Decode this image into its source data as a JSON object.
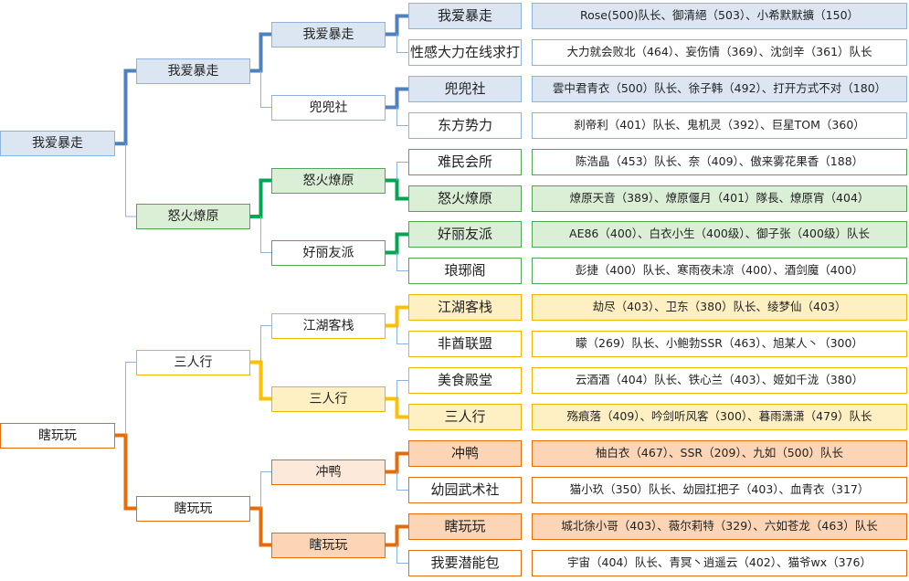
{
  "colors": {
    "blue": "#4f81bd",
    "green": "#00a651",
    "orange": "#ffc000",
    "red": "#e46c0a",
    "thin_line": "#8db3e2"
  },
  "roots": [
    {
      "label": "我爱暴走",
      "color": "blue",
      "groups": [
        {
          "label": "我爱暴走",
          "color": "blue",
          "subgroups": [
            {
              "label": "我爱暴走",
              "color": "blue",
              "teams": [
                {
                  "name": "我爱暴走",
                  "members": "Rose(500)队长、御清絕（503）、小希默默擴（150）"
                },
                {
                  "name": "性感大力在线求打",
                  "members": "大力就会败北（464）、妄伤情（369）、沈剑辛（361）队长"
                }
              ]
            },
            {
              "label": "兜兜社",
              "color": "blue",
              "teams": [
                {
                  "name": "兜兜社",
                  "members": "雲中君青衣（500）队长、徐子韩（492）、打开方式不对（180）"
                },
                {
                  "name": "东方势力",
                  "members": "刹帝利（401）队长、鬼机灵（392）、巨星TOM（360）"
                }
              ]
            }
          ]
        },
        {
          "label": "怒火燎原",
          "color": "green",
          "subgroups": [
            {
              "label": "怒火燎原",
              "color": "green",
              "teams": [
                {
                  "name": "难民会所",
                  "members": "陈浩晶（453）队长、奈（409）、傲来雾花果香（188）"
                },
                {
                  "name": "怒火燎原",
                  "members": "燎原天音（389）、燎原偃月（401）隊長、燎原宵（404）"
                }
              ]
            },
            {
              "label": "好丽友派",
              "color": "green",
              "teams": [
                {
                  "name": "好丽友派",
                  "members": "AE86（400）、白衣小生（400级）、御子张（400级）队长"
                },
                {
                  "name": "琅琊阁",
                  "members": "彭捷（400）队长、寒雨夜未凉（400）、酒剑魔（400）"
                }
              ]
            }
          ]
        }
      ]
    },
    {
      "label": "瞎玩玩",
      "color": "red",
      "groups": [
        {
          "label": "三人行",
          "color": "orange",
          "subgroups": [
            {
              "label": "江湖客栈",
              "color": "orange",
              "teams": [
                {
                  "name": "江湖客栈",
                  "members": "劫尽（403）、卫东（380）队长、绫梦仙（403）"
                },
                {
                  "name": "非酋联盟",
                  "members": "矇（269）队长、小鲍勃SSR（463）、旭某人丶（300）"
                }
              ]
            },
            {
              "label": "三人行",
              "color": "orange",
              "teams": [
                {
                  "name": "美食殿堂",
                  "members": "云酒酒（404）队长、铁心兰（403）、姬如千泷（380）"
                },
                {
                  "name": "三人行",
                  "members": "殇痕落（409）、吟剑听风客（300）、暮雨潇潇（479）队长"
                }
              ]
            }
          ]
        },
        {
          "label": "瞎玩玩",
          "color": "red",
          "subgroups": [
            {
              "label": "冲鸭",
              "color": "red",
              "teams": [
                {
                  "name": "冲鸭",
                  "members": "柚白衣（467）、SSR（209）、九如（500）队长"
                },
                {
                  "name": "幼园武术社",
                  "members": "猫小玖（350）队长、幼园扛把子（403）、血青衣（317）"
                }
              ]
            },
            {
              "label": "瞎玩玩",
              "color": "red",
              "teams": [
                {
                  "name": "瞎玩玩",
                  "members": "城北徐小哥（403）、薇尔莉特（329）、六如苍龙（463）队长"
                },
                {
                  "name": "我要潜能包",
                  "members": "宇宙（404）队长、青冥丶逍遥云（402）、猫爷wx（376）"
                }
              ]
            }
          ]
        }
      ]
    }
  ]
}
